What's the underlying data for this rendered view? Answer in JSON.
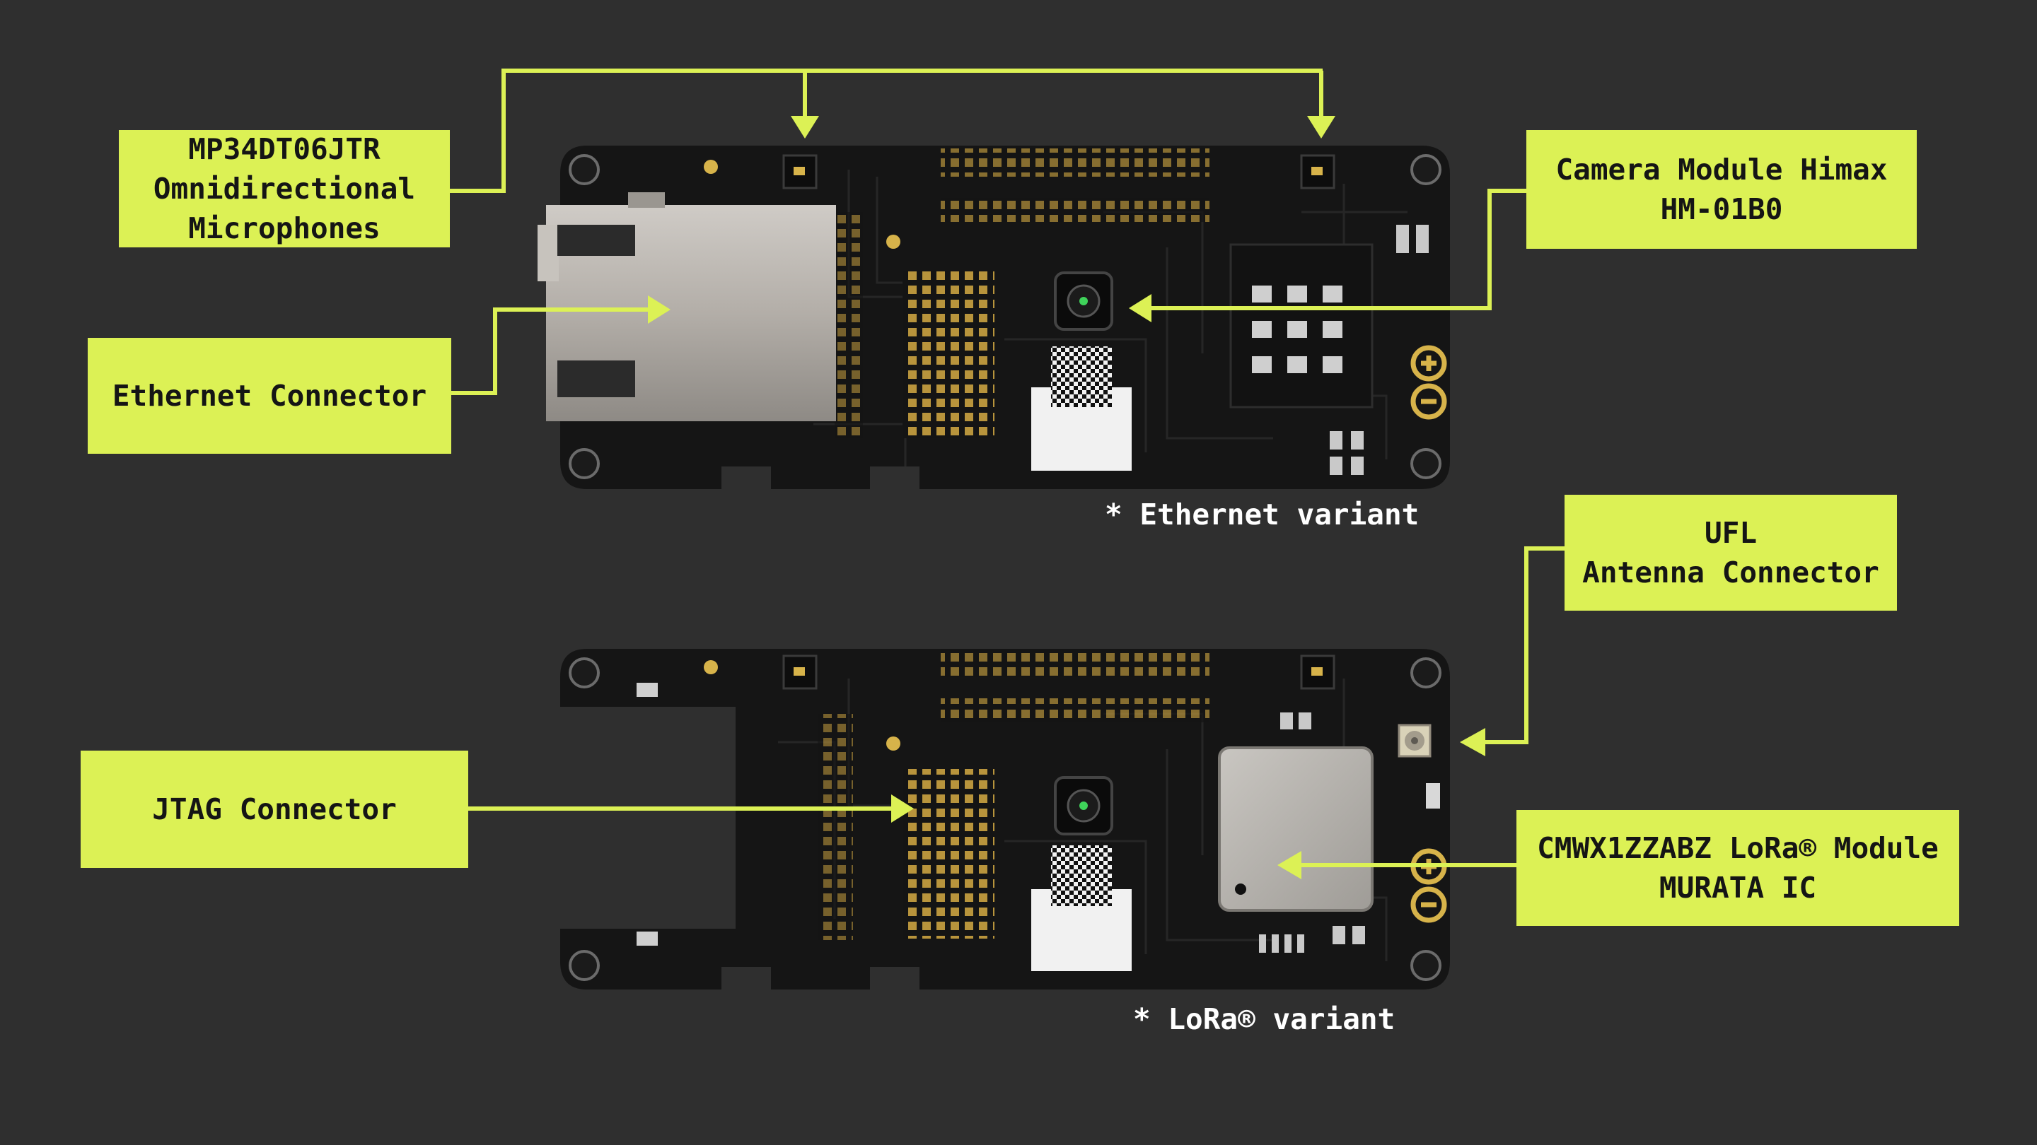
{
  "labels": {
    "microphones": {
      "lines": [
        "MP34DT06JTR",
        "Omnidirectional",
        "Microphones"
      ]
    },
    "camera": {
      "lines": [
        "Camera Module Himax",
        "HM-01B0"
      ]
    },
    "ethernet": {
      "lines": [
        "Ethernet Connector"
      ]
    },
    "ufl": {
      "lines": [
        "UFL",
        "Antenna Connector"
      ]
    },
    "jtag": {
      "lines": [
        "JTAG Connector"
      ]
    },
    "lora_module": {
      "lines": [
        "CMWX1ZZABZ LoRa® Module",
        "MURATA IC"
      ]
    }
  },
  "captions": {
    "ethernet_variant": "* Ethernet variant",
    "lora_variant": "* LoRa® variant"
  },
  "colors": {
    "background": "#2f2f2f",
    "label": "#dcf155",
    "label_text": "#151515",
    "caption_text": "#ffffff",
    "leader_line": "#dcf155",
    "pcb": "#151515",
    "pcb_trace": "#262626",
    "pin_gold": "#b8943c"
  },
  "icons": {
    "logo": "arduino-infinity-logo",
    "qr": "qr-code-sticker"
  }
}
